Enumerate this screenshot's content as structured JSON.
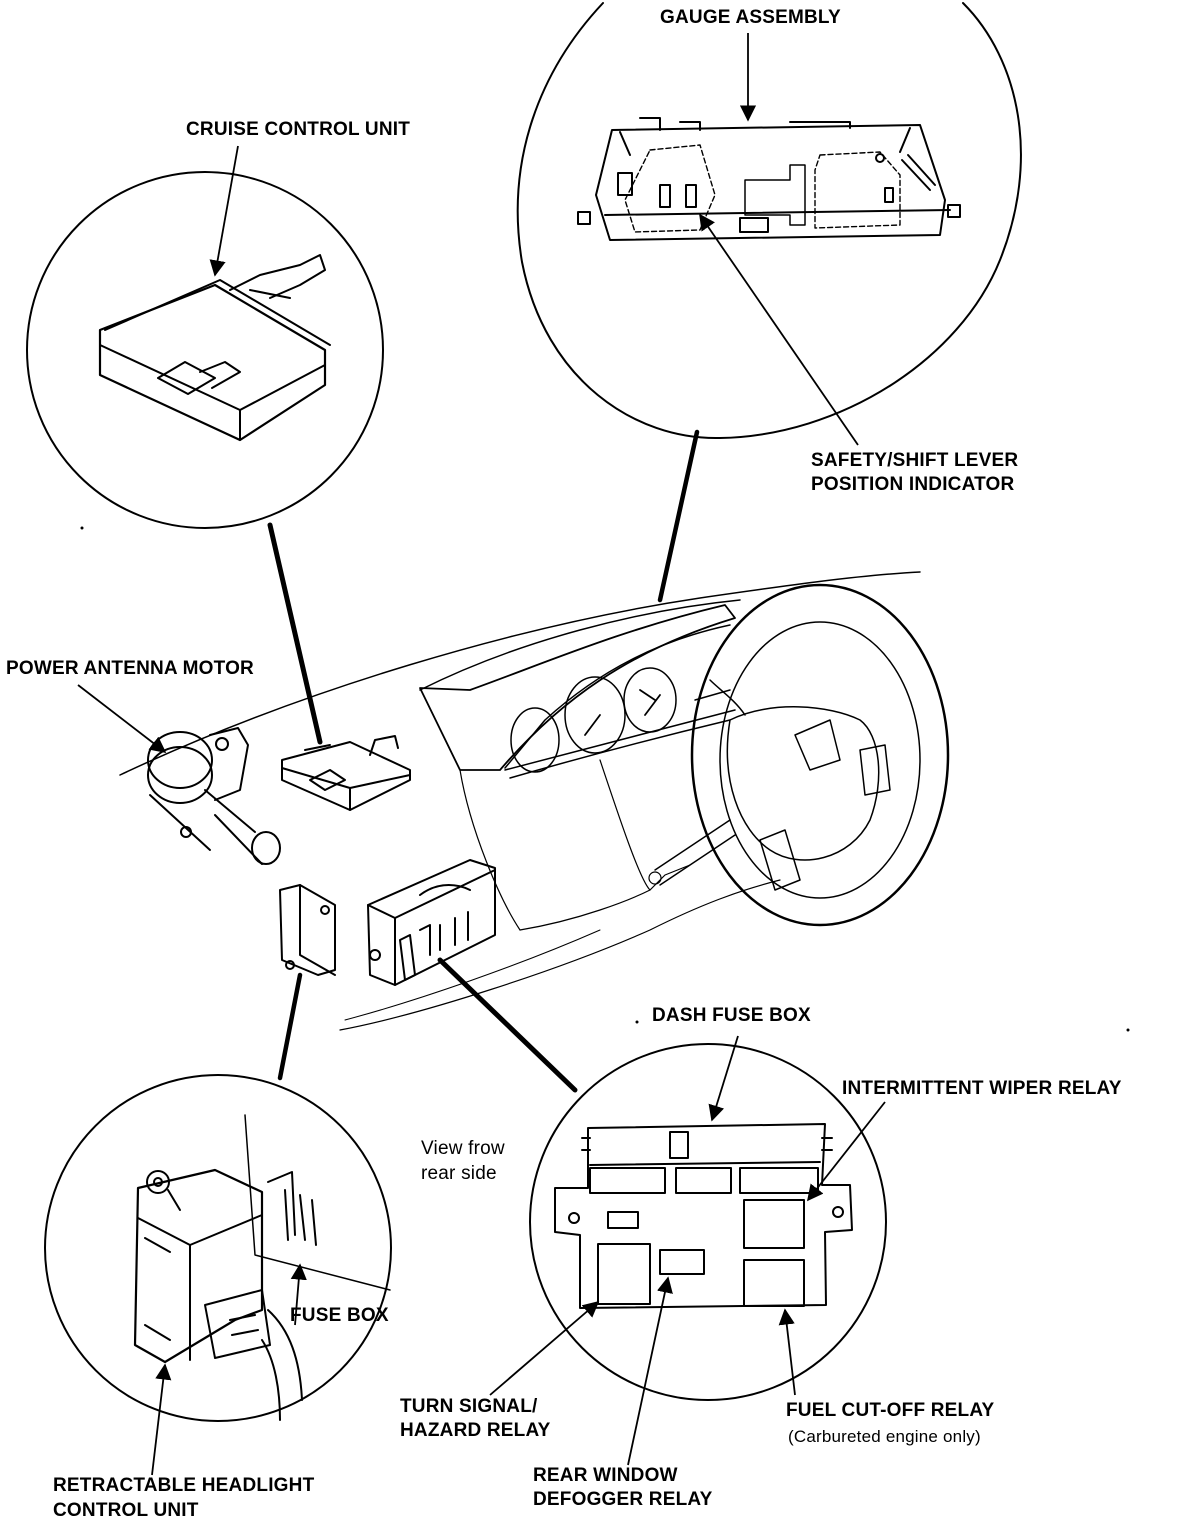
{
  "labels": {
    "gauge_assembly": "GAUGE ASSEMBLY",
    "cruise_control_unit": "CRUISE CONTROL UNIT",
    "safety_shift_line1": "SAFETY/SHIFT LEVER",
    "safety_shift_line2": "POSITION INDICATOR",
    "power_antenna_motor": "POWER ANTENNA MOTOR",
    "dash_fuse_box": "DASH FUSE BOX",
    "intermittent_wiper_relay": "INTERMITTENT WIPER RELAY",
    "view_note_line1": "View frow",
    "view_note_line2": "rear side",
    "fuse_box": "FUSE BOX",
    "turn_signal_line1": "TURN SIGNAL/",
    "turn_signal_line2": "HAZARD RELAY",
    "fuel_cutoff_relay": "FUEL CUT-OFF RELAY",
    "fuel_cutoff_note": "(Carbureted engine only)",
    "rear_window_line1": "REAR WINDOW",
    "rear_window_line2": "DEFOGGER RELAY",
    "retractable_line1": "RETRACTABLE HEADLIGHT",
    "retractable_line2": "CONTROL UNIT"
  },
  "colors": {
    "ink": "#000000",
    "paper": "#ffffff"
  }
}
